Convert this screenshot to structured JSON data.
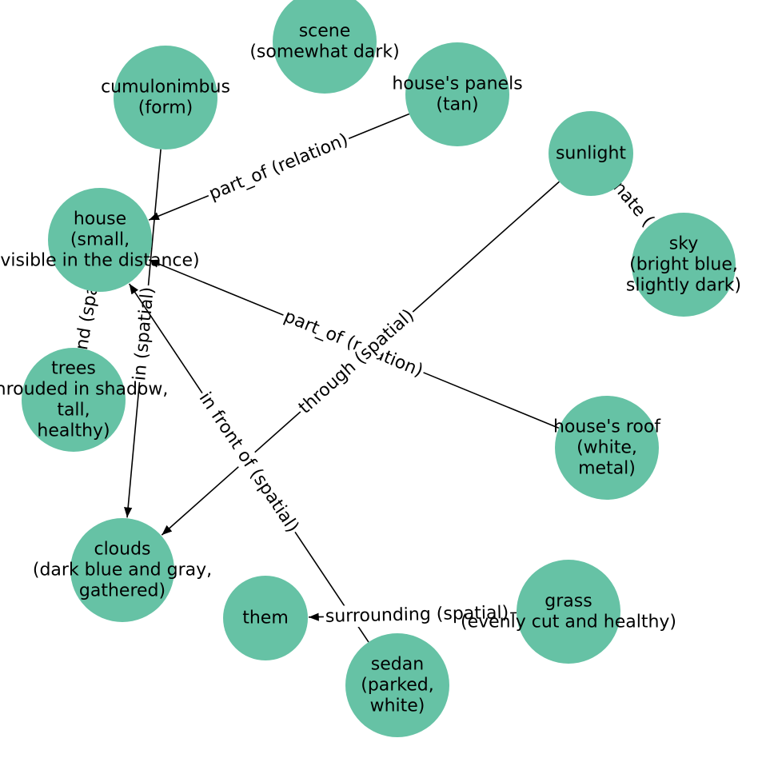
{
  "colors": {
    "node_fill": "#66c2a5",
    "edge": "#000000",
    "label_bg": "#ffffff"
  },
  "nodes": [
    {
      "id": "scene",
      "lines": [
        "scene",
        "(somewhat dark)"
      ]
    },
    {
      "id": "panels",
      "lines": [
        "house's panels",
        "(tan)"
      ]
    },
    {
      "id": "cumulo",
      "lines": [
        "cumulonimbus",
        "(form)"
      ]
    },
    {
      "id": "sunlight",
      "lines": [
        "sunlight"
      ]
    },
    {
      "id": "house",
      "lines": [
        "house",
        "(small,",
        "visible in the distance)"
      ]
    },
    {
      "id": "sky",
      "lines": [
        "sky",
        "(bright blue,",
        "slightly dark)"
      ]
    },
    {
      "id": "trees",
      "lines": [
        "trees",
        "(shrouded in shadow,",
        "tall,",
        "healthy)"
      ]
    },
    {
      "id": "roof",
      "lines": [
        "house's roof",
        "(white,",
        "metal)"
      ]
    },
    {
      "id": "clouds",
      "lines": [
        "clouds",
        "(dark blue and gray,",
        "gathered)"
      ]
    },
    {
      "id": "them",
      "lines": [
        "them"
      ]
    },
    {
      "id": "grass",
      "lines": [
        "grass",
        "(evenly cut and healthy)"
      ]
    },
    {
      "id": "sedan",
      "lines": [
        "sedan",
        "(parked,",
        "white)"
      ]
    }
  ],
  "edges": [
    {
      "from": "panels",
      "to": "house",
      "label": "part_of (relation)",
      "arrow": true
    },
    {
      "from": "roof",
      "to": "house",
      "label": "part_of (relation)",
      "arrow": true
    },
    {
      "from": "cumulo",
      "to": "clouds",
      "label": "in (spatial)",
      "arrow": true
    },
    {
      "from": "sunlight",
      "to": "clouds",
      "label": "through (spatial)",
      "arrow": true
    },
    {
      "from": "sunlight",
      "to": "sky",
      "label": "illuminate (action)",
      "arrow": false
    },
    {
      "from": "trees",
      "to": "house",
      "label": "around (spatial)",
      "arrow": true
    },
    {
      "from": "sedan",
      "to": "house",
      "label": "in front of (spatial)",
      "arrow": true
    },
    {
      "from": "grass",
      "to": "them",
      "label": "surrounding (spatial)",
      "arrow": true
    }
  ]
}
